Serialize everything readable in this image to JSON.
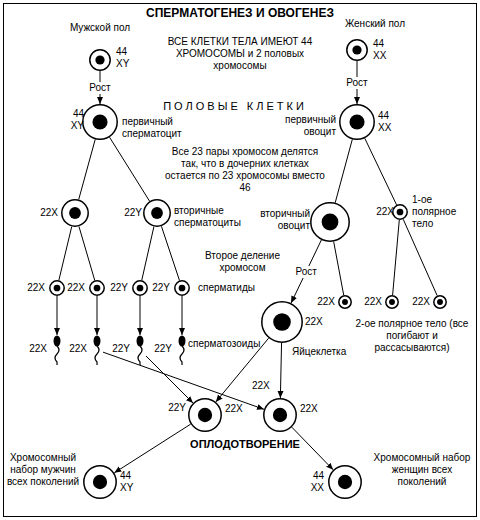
{
  "diagram": {
    "title": "СПЕРМАТОГЕНЕЗ И ОВОГЕНЕЗ",
    "nodes": [
      {
        "text": [
          "Мужской пол",
          "44 XY"
        ]
      },
      {
        "text": [
          "Женский пол",
          "44 XX"
        ]
      },
      {
        "text": [
          "44 XY",
          "первичный сперматоцит"
        ]
      },
      {
        "text": [
          "первичный овоцит",
          "44 XX"
        ]
      },
      {
        "text": [
          "22X"
        ]
      },
      {
        "text": [
          "22Y",
          "вторичные сперматоциты"
        ]
      },
      {
        "text": [
          "вторичный овоцит"
        ]
      },
      {
        "text": [
          "22X",
          "1-ое полярное тело"
        ]
      },
      {
        "text": [
          "22X"
        ]
      },
      {
        "text": [
          "22X"
        ]
      },
      {
        "text": [
          "22Y"
        ]
      },
      {
        "text": [
          "22Y"
        ]
      },
      {
        "text": [
          "22X",
          "Яйцеклетка"
        ]
      },
      {
        "text": [
          "22X"
        ]
      },
      {
        "text": [
          "22X"
        ]
      },
      {
        "text": [
          "22X"
        ]
      },
      {
        "text": [
          "22X"
        ]
      },
      {
        "text": [
          "22X"
        ]
      },
      {
        "text": [
          "22Y"
        ]
      },
      {
        "text": [
          "22Y"
        ]
      },
      {
        "text": [
          "22Y",
          "22X"
        ]
      },
      {
        "text": [
          "22X",
          "22X"
        ]
      },
      {
        "text": [
          "Хромосомный набор мужчин всех поколений",
          "44 XY"
        ]
      },
      {
        "text": [
          "Хромосомный набор женщин всех поколений",
          "44 XX"
        ]
      }
    ],
    "edges": [
      {
        "from": 0,
        "to": 2,
        "arrow": "to",
        "label": "Рост"
      },
      {
        "from": 1,
        "to": 3,
        "arrow": "to",
        "label": "Рост"
      },
      {
        "from": 2,
        "to": 4,
        "arrow": "none"
      },
      {
        "from": 2,
        "to": 5,
        "arrow": "none"
      },
      {
        "from": 3,
        "to": 6,
        "arrow": "none"
      },
      {
        "from": 3,
        "to": 7,
        "arrow": "none"
      },
      {
        "from": 4,
        "to": 8,
        "arrow": "none"
      },
      {
        "from": 4,
        "to": 9,
        "arrow": "none"
      },
      {
        "from": 5,
        "to": 10,
        "arrow": "none"
      },
      {
        "from": 5,
        "to": 11,
        "arrow": "none"
      },
      {
        "from": 6,
        "to": 12,
        "arrow": "to",
        "label": "Рост"
      },
      {
        "from": 6,
        "to": 13,
        "arrow": "none"
      },
      {
        "from": 7,
        "to": 14,
        "arrow": "none"
      },
      {
        "from": 7,
        "to": 15,
        "arrow": "none"
      },
      {
        "from": 8,
        "to": 16,
        "arrow": "to"
      },
      {
        "from": 9,
        "to": 17,
        "arrow": "to"
      },
      {
        "from": 10,
        "to": 18,
        "arrow": "to"
      },
      {
        "from": 11,
        "to": 19,
        "arrow": "to"
      },
      {
        "from": 18,
        "to": 20,
        "arrow": "to"
      },
      {
        "from": 17,
        "to": 21,
        "arrow": "to"
      },
      {
        "from": 12,
        "to": 20,
        "arrow": "to"
      },
      {
        "from": 12,
        "to": 21,
        "arrow": "to"
      },
      {
        "from": 20,
        "to": 22,
        "arrow": "to"
      },
      {
        "from": 21,
        "to": 23,
        "arrow": "to"
      }
    ],
    "labels": [
      "ВСЕ КЛЕТКИ ТЕЛА ИМЕЮТ 44 ХРОМОСОМЫ и 2 половых хромосомы",
      "ПОЛОВЫЕ КЛЕТКИ",
      "Все 23 пары хромосом делятся так, что в дочерних клетках остается по 23 хромосомы вместо 46",
      "Второе деление хромосом",
      "сперматиды",
      "сперматозоиды",
      "2-ое полярное тело (все погибают и рассасываются)",
      "ОПЛОДОТВОРЕНИЕ"
    ]
  }
}
